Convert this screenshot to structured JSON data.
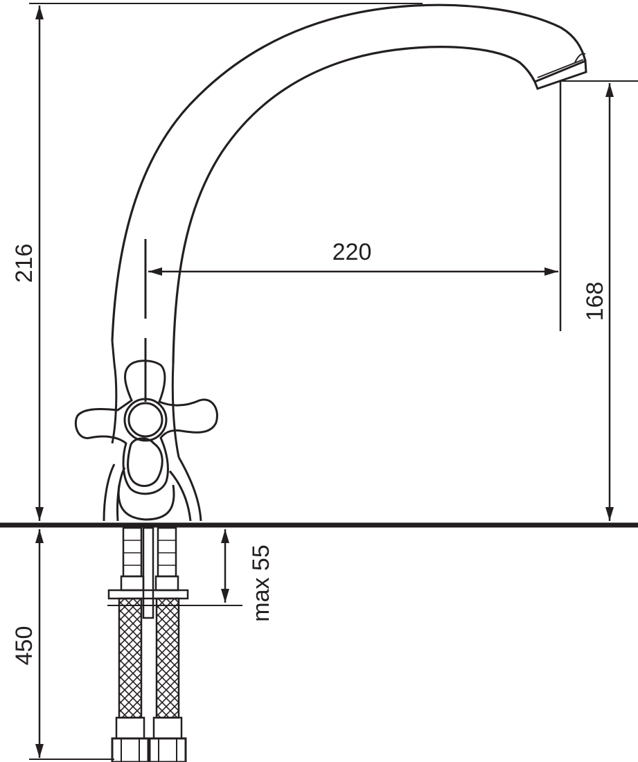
{
  "dimensions": {
    "total_height": "216",
    "spout_reach": "220",
    "spout_height": "168",
    "deck_thickness": "max 55",
    "hose_length": "450"
  },
  "colors": {
    "stroke": "#231f20",
    "background": "#ffffff"
  }
}
